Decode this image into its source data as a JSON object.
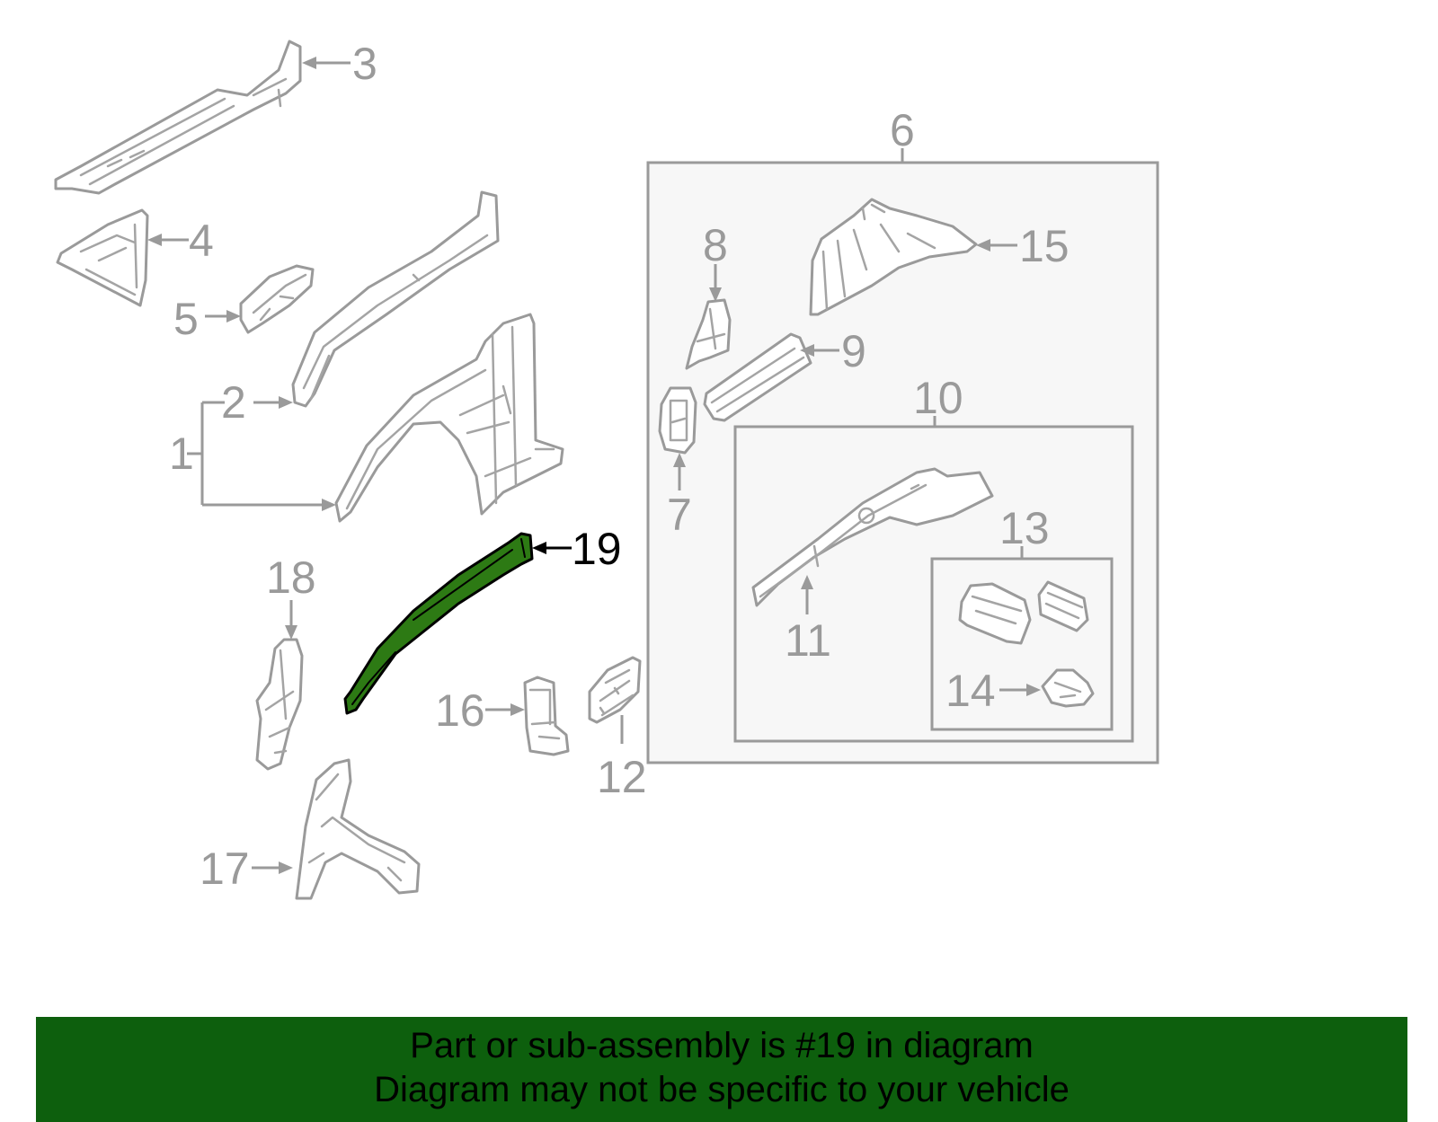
{
  "diagram": {
    "callouts": [
      "1",
      "2",
      "3",
      "4",
      "5",
      "6",
      "7",
      "8",
      "9",
      "10",
      "11",
      "12",
      "13",
      "14",
      "15",
      "16",
      "17",
      "18",
      "19"
    ],
    "highlighted_callout": "19"
  },
  "banner": {
    "line1": "Part or sub-assembly is #19 in diagram",
    "line2": "Diagram may not be specific to your vehicle",
    "background_color": "#0d5f0d",
    "text_color": "#000000"
  },
  "colors": {
    "highlight_fill": "#2d7a14",
    "line_art": "#9a9a9a",
    "box_fill": "#f7f7f7"
  }
}
